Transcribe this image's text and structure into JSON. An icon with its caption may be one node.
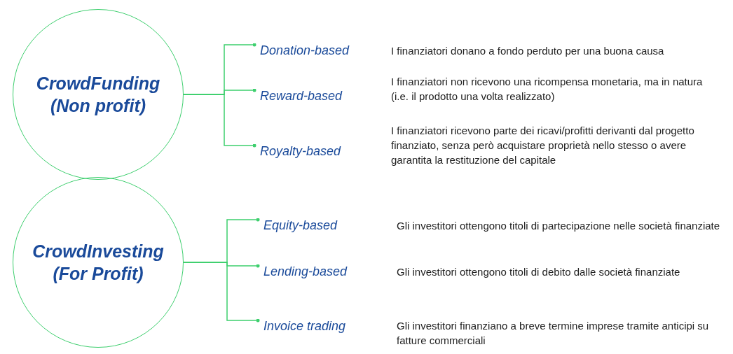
{
  "diagram": {
    "nodes": [
      {
        "text": [
          "CrowdFunding (Non profit)"
        ]
      },
      {
        "text": [
          "Donation-based"
        ]
      },
      {
        "text": [
          "Reward-based"
        ]
      },
      {
        "text": [
          "Royalty-based"
        ]
      },
      {
        "text": [
          "CrowdInvesting (For Profit)"
        ]
      },
      {
        "text": [
          "Equity-based"
        ]
      },
      {
        "text": [
          "Lending-based"
        ]
      },
      {
        "text": [
          "Invoice trading"
        ]
      }
    ],
    "edges": [
      {
        "from": 0,
        "to": 1,
        "arrow": "other"
      },
      {
        "from": 0,
        "to": 2,
        "arrow": "other"
      },
      {
        "from": 0,
        "to": 3,
        "arrow": "other"
      },
      {
        "from": 4,
        "to": 5,
        "arrow": "other"
      },
      {
        "from": 4,
        "to": 6,
        "arrow": "other"
      },
      {
        "from": 4,
        "to": 7,
        "arrow": "other"
      }
    ],
    "labels": [
      "I finanziatori donano a fondo perduto per una buona causa",
      "I finanziatori non ricevono una ricompensa monetaria, ma in natura (i.e. il prodotto una volta realizzato)",
      "I finanziatori ricevono parte dei ricavi/profitti derivanti dal progetto finanziato, senza però acquistare proprietà nello stesso o avere garantita la restituzione del capitale",
      "Gli investitori ottengono titoli di partecipazione nelle società finanziate",
      "Gli investitori ottengono titoli di debito dalle società finanziate",
      "Gli investitori finanziano a breve termine imprese tramite anticipi su fatture commerciali"
    ]
  }
}
